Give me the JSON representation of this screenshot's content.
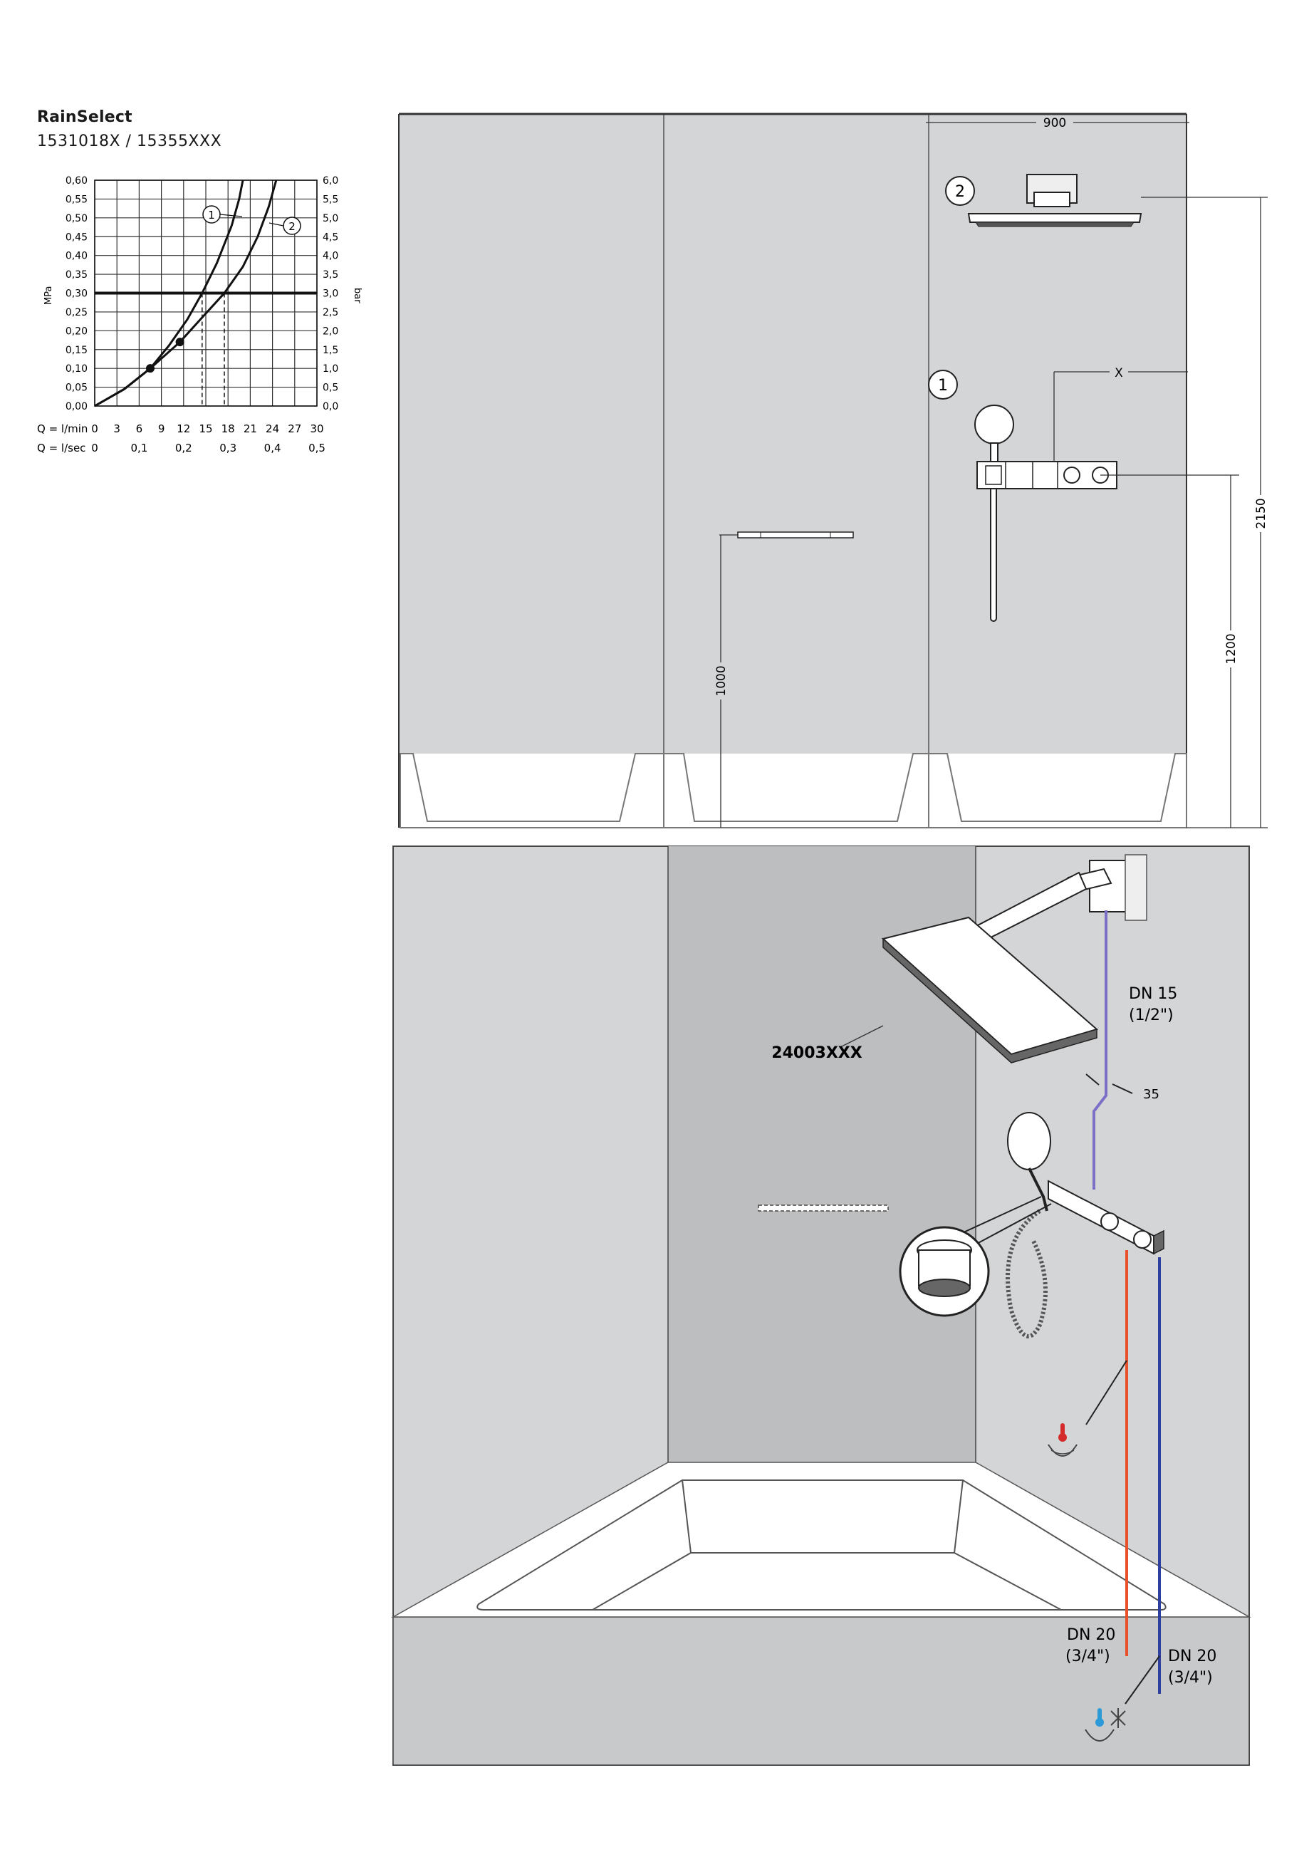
{
  "header": {
    "title": "RainSelect",
    "codes": "1531018X / 15355XXX"
  },
  "chart_data": {
    "type": "line",
    "ylabel": "MPa",
    "ylabel_right": "bar",
    "y_ticks": [
      "0,60",
      "0,55",
      "0,50",
      "0,45",
      "0,40",
      "0,35",
      "0,30",
      "0,25",
      "0,20",
      "0,15",
      "0,10",
      "0,05",
      "0,00"
    ],
    "y_ticks_right": [
      "6,0",
      "5,5",
      "5,0",
      "4,5",
      "4,0",
      "3,5",
      "3,0",
      "2,5",
      "2,0",
      "1,5",
      "1,0",
      "0,5",
      "0,0"
    ],
    "x_label_lmin": "Q = l/min",
    "x_ticks_lmin": [
      "0",
      "3",
      "6",
      "9",
      "12",
      "15",
      "18",
      "21",
      "24",
      "27",
      "30"
    ],
    "x_label_lsec": "Q = l/sec",
    "x_ticks_lsec": [
      "0",
      "0,1",
      "0,2",
      "0,3",
      "0,4",
      "0,5"
    ],
    "xlim": [
      0,
      30
    ],
    "ylim": [
      0,
      0.6
    ],
    "grid": true,
    "reference_pressure": 0.3,
    "series": [
      {
        "name": "1",
        "x": [
          0,
          4,
          7.5,
          10,
          12.5,
          14.5,
          16.5,
          18.5,
          19.5,
          20
        ],
        "y": [
          0,
          0.045,
          0.1,
          0.16,
          0.23,
          0.3,
          0.38,
          0.48,
          0.55,
          0.6
        ]
      },
      {
        "name": "2",
        "x": [
          0,
          4,
          7.5,
          11.5,
          14.5,
          17.5,
          20,
          22,
          23.5,
          24.5
        ],
        "y": [
          0,
          0.045,
          0.1,
          0.17,
          0.235,
          0.3,
          0.37,
          0.45,
          0.53,
          0.6
        ]
      }
    ],
    "markers": [
      {
        "x": 7.5,
        "y": 0.1
      },
      {
        "x": 11.5,
        "y": 0.17
      }
    ],
    "flow_at_reference": [
      14.5,
      17.5
    ]
  },
  "elevation": {
    "dim_width": "900",
    "dim_x": "X",
    "dim_total_height": "2150",
    "dim_thermostat_height": "1200",
    "dim_shelf_height": "1000",
    "callout_1": "1",
    "callout_2": "2"
  },
  "installation": {
    "part_label": "24003XXX",
    "dn15": "DN 15",
    "dn15_inch": "(1/2\")",
    "dim_35": "35",
    "dn20_hot": "DN 20",
    "dn20_hot_inch": "(3/4\")",
    "dn20_cold": "DN 20",
    "dn20_cold_inch": "(3/4\")"
  },
  "colors": {
    "hot_pipe": "#e8512b",
    "cold_pipe": "#2e3f9e",
    "supply_pipe": "#7b6fc7",
    "wall_light": "#d4d5d7",
    "wall_dark": "#bdbec0",
    "floor_band": "#c8c9cb",
    "hot_icon": "#d42a2a",
    "cold_icon": "#2c9ad8"
  },
  "icons": [
    "hot-water-icon",
    "cold-water-icon"
  ]
}
